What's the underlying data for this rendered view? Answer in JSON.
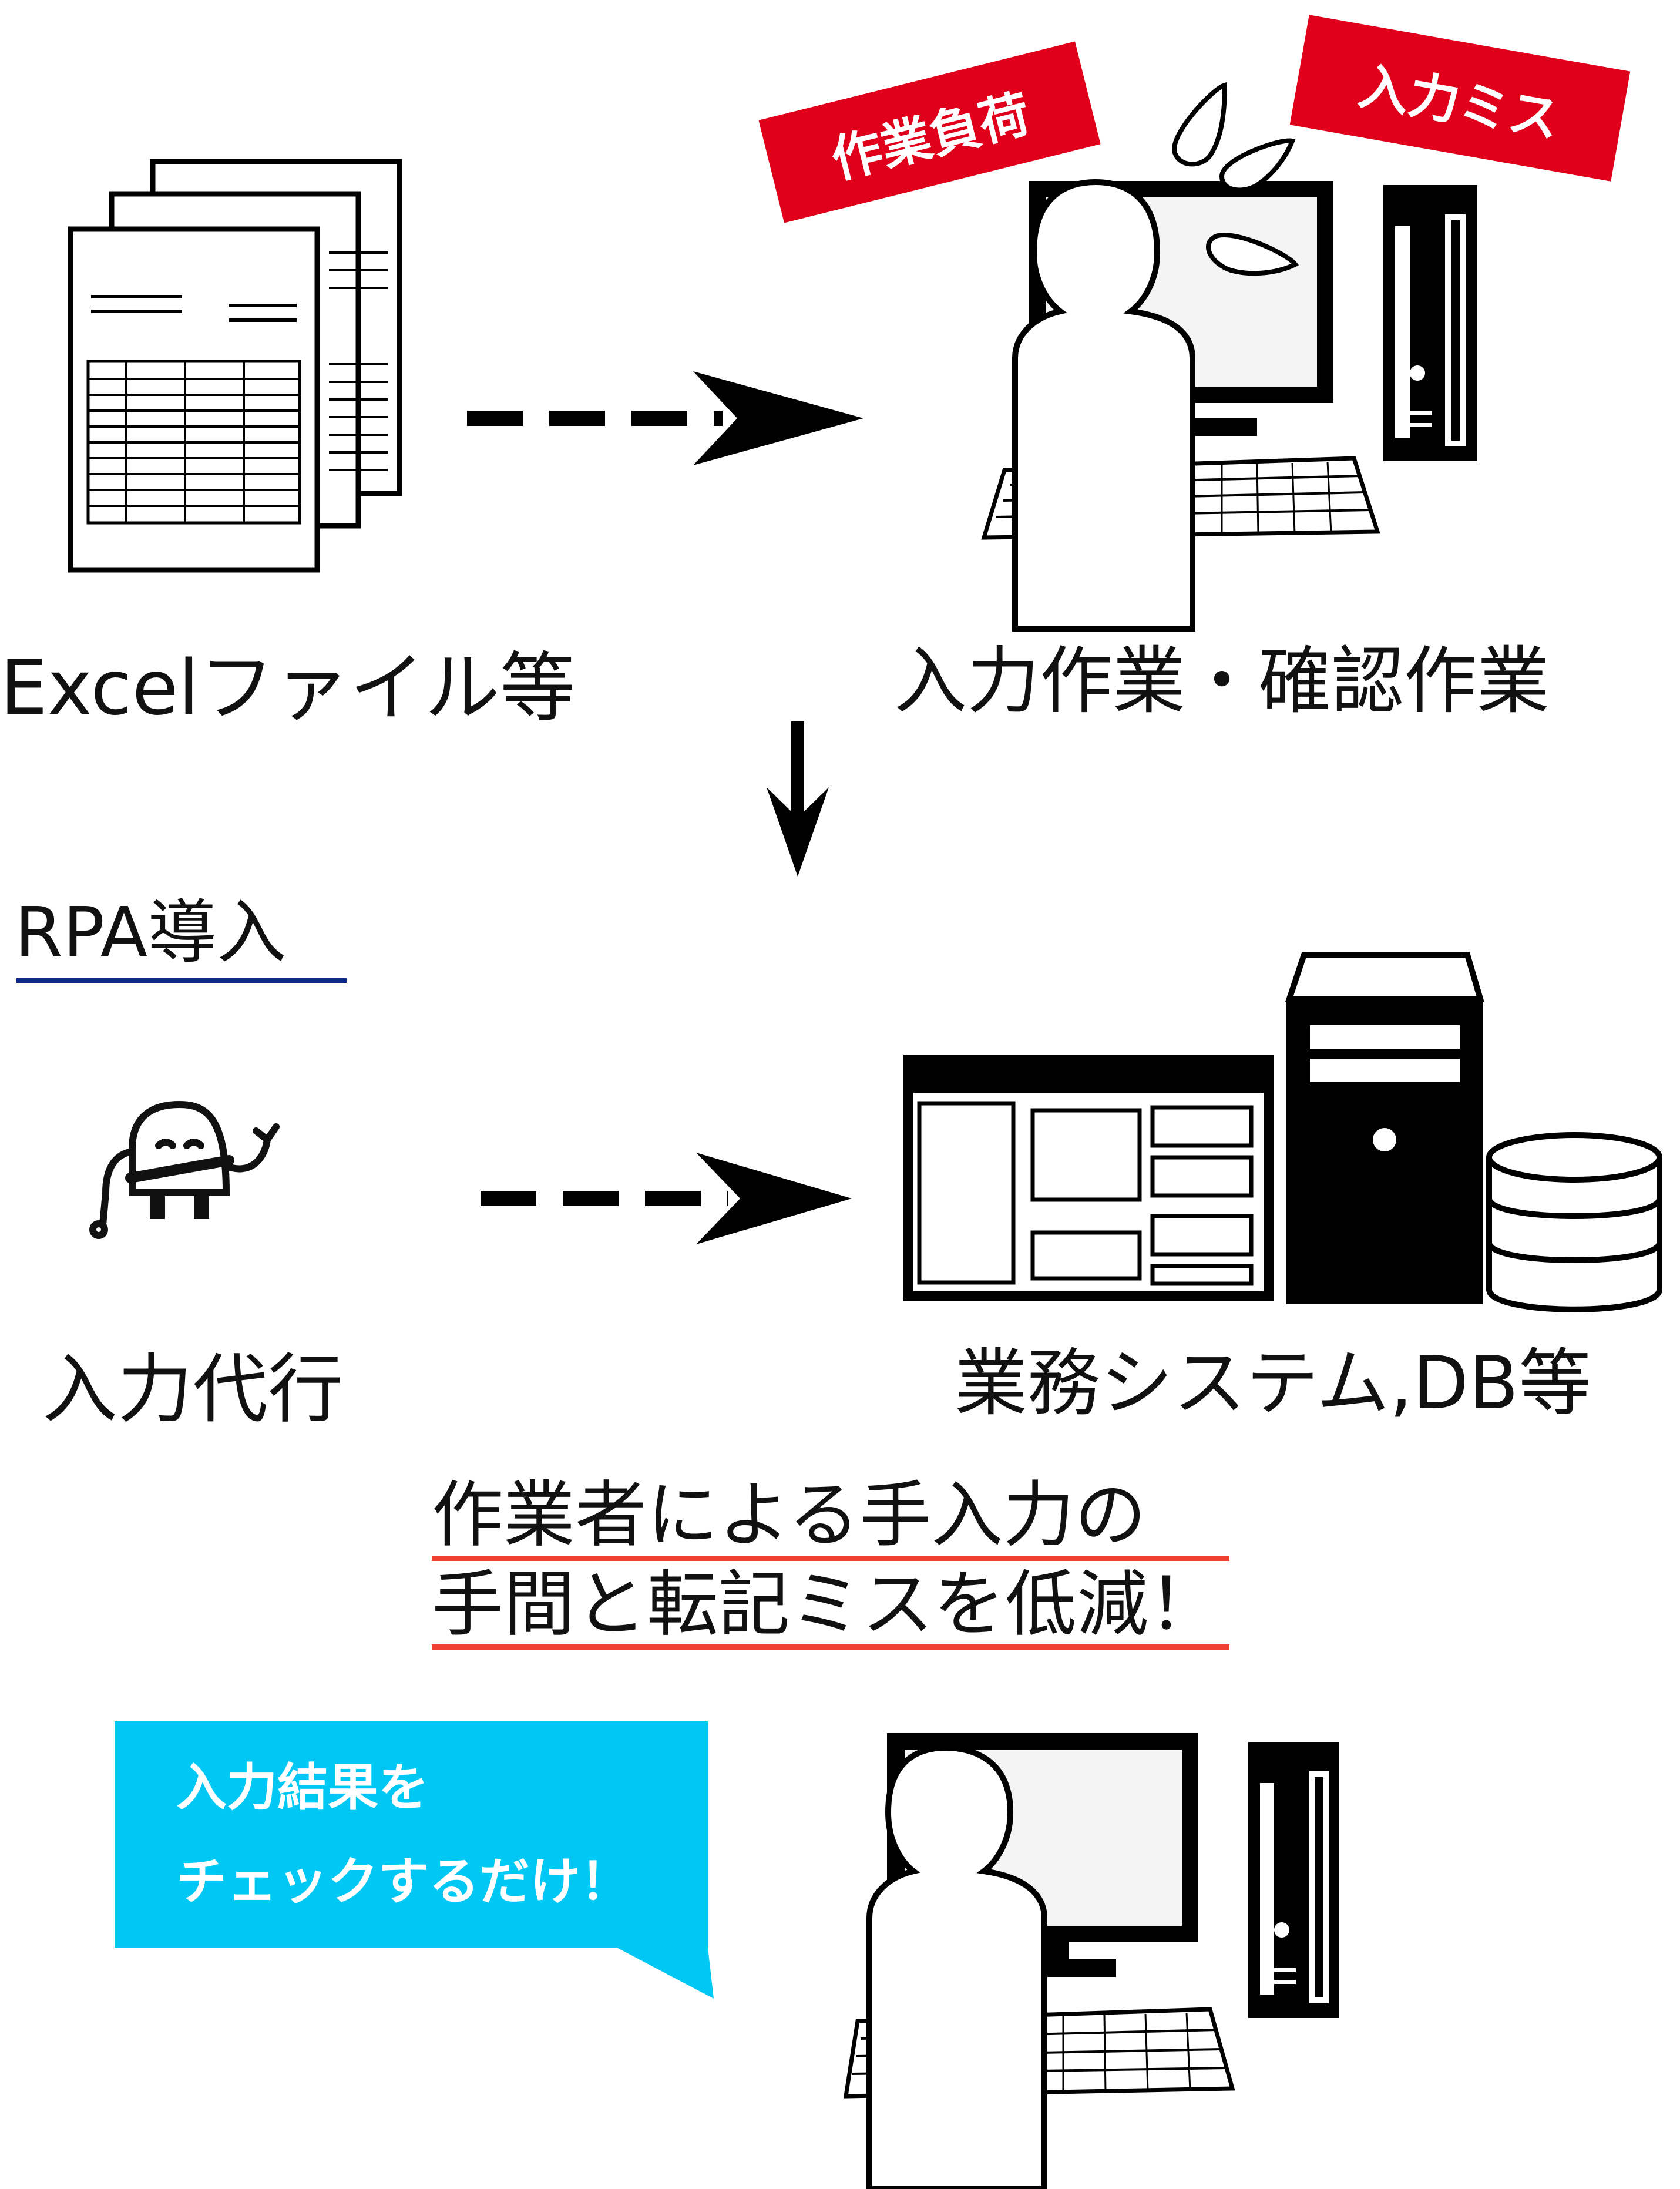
{
  "labels": {
    "excel_files": "Excelファイル等",
    "manual_work": "入力作業・確認作業",
    "rpa_intro": "RPA導入",
    "input_proxy": "入力代行",
    "business_system": "業務システム,DB等"
  },
  "tags": {
    "workload": "作業負荷",
    "input_error": "入力ミス"
  },
  "message": {
    "line1": "作業者による手入力の",
    "line2": "手間と転記ミスを低減！"
  },
  "bubble": {
    "line1": "入力結果を",
    "line2": "チェックするだけ！"
  },
  "colors": {
    "tag_red": "#e0001b",
    "bubble_cyan": "#00c8f5",
    "rpa_underline_navy": "#0d2a8a",
    "message_underline_red": "#f04030"
  }
}
